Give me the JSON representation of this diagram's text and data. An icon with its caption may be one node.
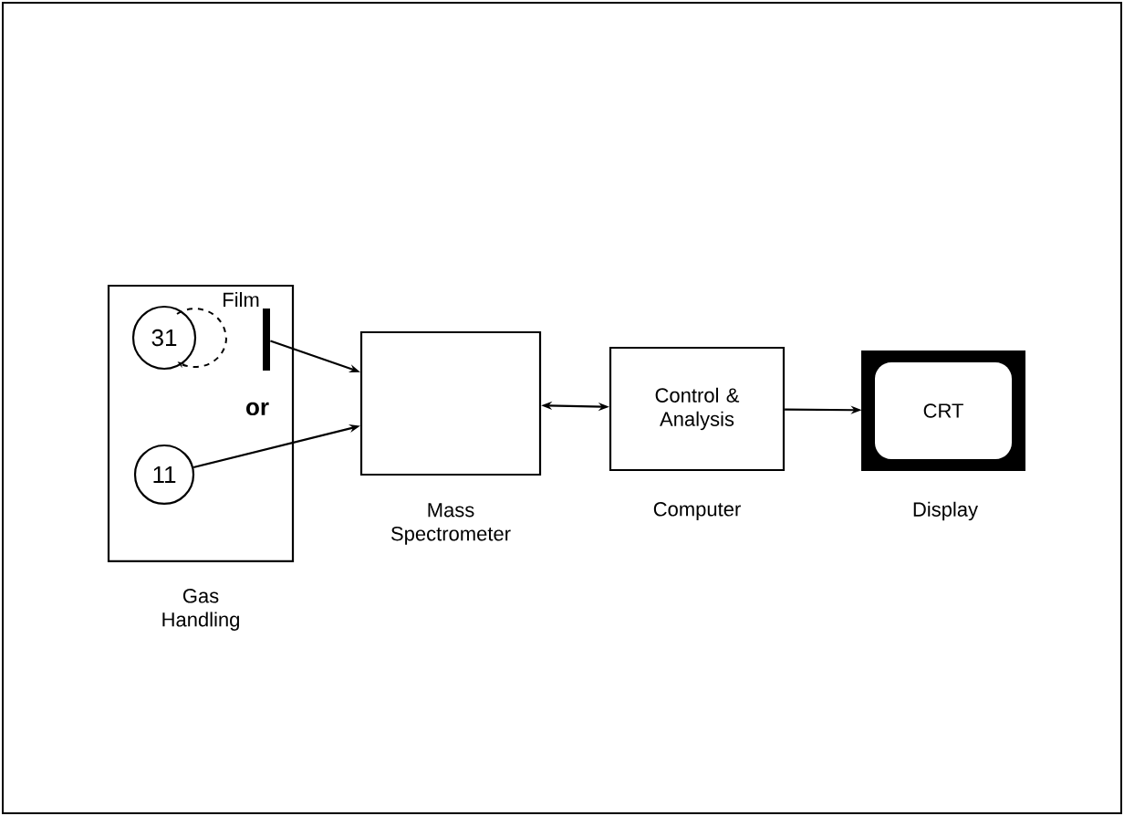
{
  "diagram": {
    "nodes": [
      {
        "text": [],
        "shape": "box",
        "beside": [
          "Gas Handling"
        ]
      },
      {
        "text": [
          "31"
        ],
        "in": 0
      },
      {
        "text": [],
        "shape": "bar",
        "beside": [
          "Film"
        ],
        "in": 0
      },
      {
        "text": [
          "11"
        ],
        "in": 0
      },
      {
        "text": [],
        "shape": "box",
        "beside": [
          "Mass Spectrometer"
        ]
      },
      {
        "text": [
          "Control & Analysis"
        ],
        "beside": [
          "Computer"
        ]
      },
      {
        "text": [
          "CRT"
        ],
        "beside": [
          "Display"
        ]
      }
    ],
    "edges": [
      {
        "from": 2,
        "to": 4,
        "arrow": "to"
      },
      {
        "from": 3,
        "to": 4,
        "arrow": "to"
      },
      {
        "from": 4,
        "to": 5,
        "arrow": "both"
      },
      {
        "from": 5,
        "to": 6,
        "arrow": "to"
      }
    ],
    "labels": [
      "or"
    ]
  }
}
